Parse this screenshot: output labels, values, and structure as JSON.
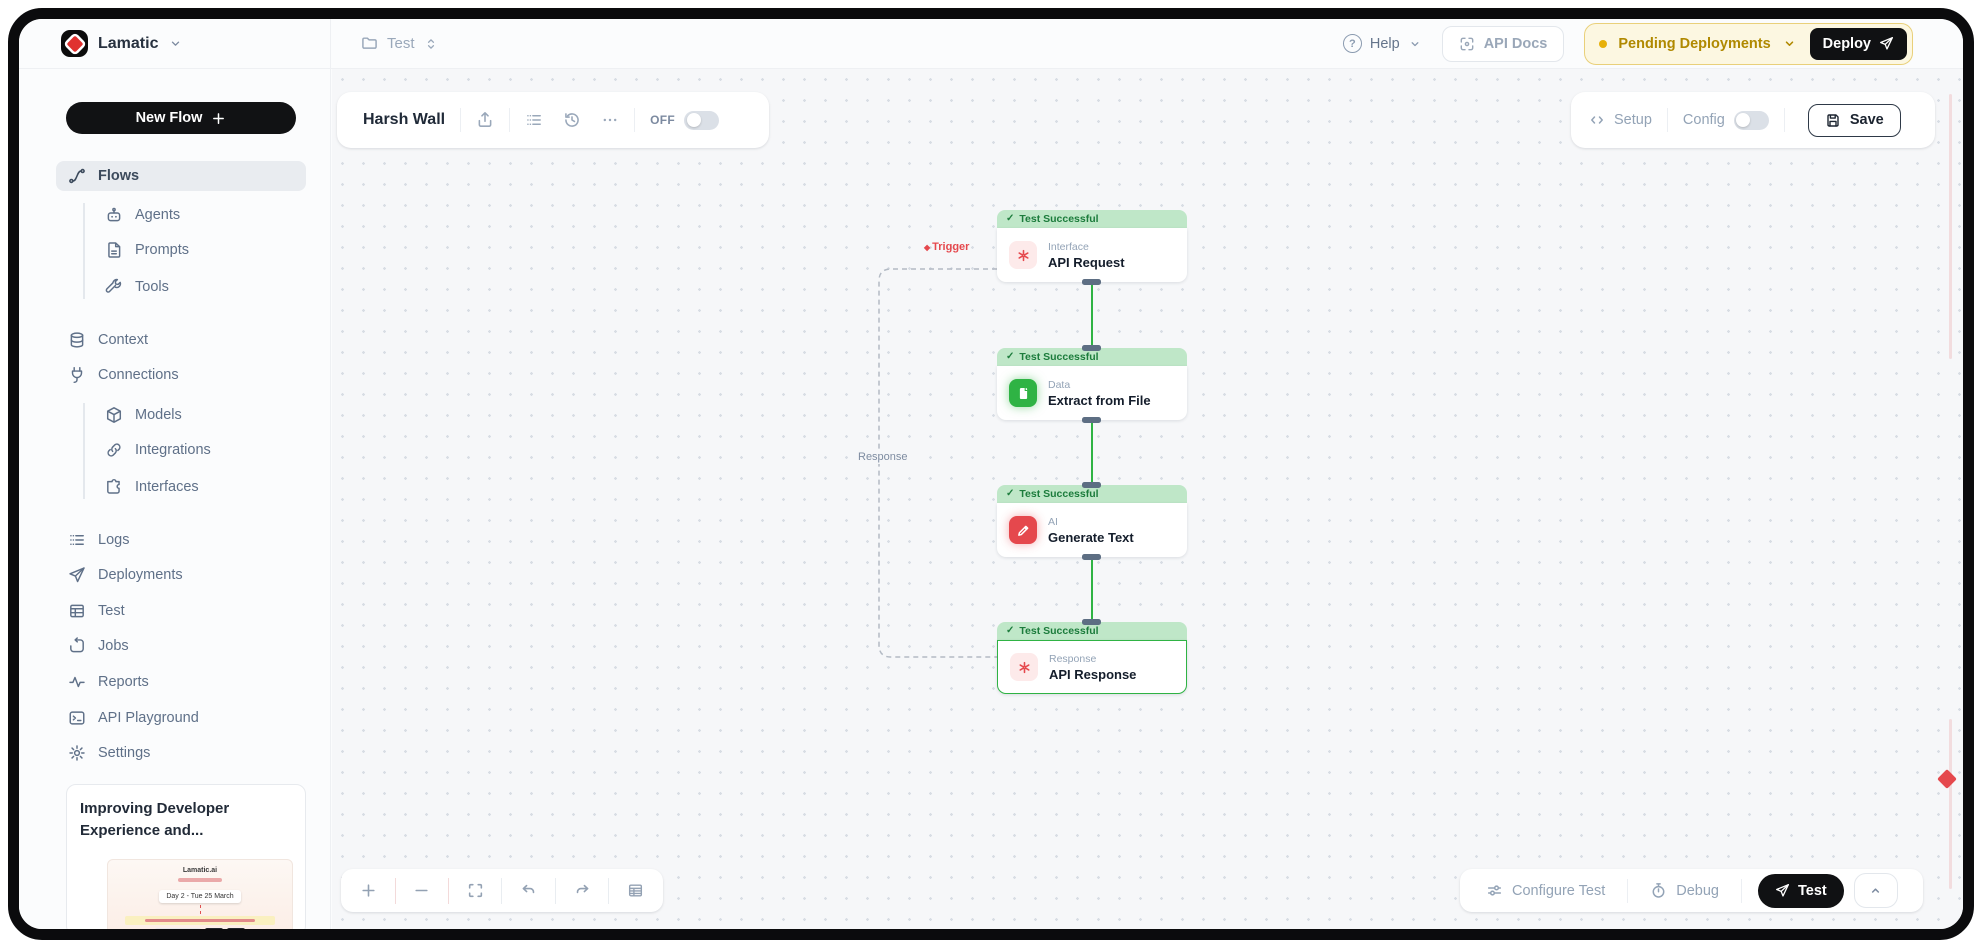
{
  "topbar": {
    "brand": "Lamatic",
    "breadcrumb": "Test",
    "help_label": "Help",
    "api_docs_label": "API Docs",
    "pending_label": "Pending Deployments",
    "deploy_label": "Deploy"
  },
  "sidebar": {
    "new_flow_label": "New Flow",
    "items": [
      {
        "label": "Flows"
      },
      {
        "label": "Agents"
      },
      {
        "label": "Prompts"
      },
      {
        "label": "Tools"
      },
      {
        "label": "Context"
      },
      {
        "label": "Connections"
      },
      {
        "label": "Models"
      },
      {
        "label": "Integrations"
      },
      {
        "label": "Interfaces"
      },
      {
        "label": "Logs"
      },
      {
        "label": "Deployments"
      },
      {
        "label": "Test"
      },
      {
        "label": "Jobs"
      },
      {
        "label": "Reports"
      },
      {
        "label": "API Playground"
      },
      {
        "label": "Settings"
      }
    ]
  },
  "promo_card": {
    "title_line1": "Improving Developer",
    "title_line2": "Experience and...",
    "thumb_brand": "Lamatic.ai",
    "thumb_date": "Day 2 - Tue 25 March"
  },
  "flow_header": {
    "title": "Harsh Wall",
    "off_label": "OFF"
  },
  "config_panel": {
    "setup_label": "Setup",
    "config_label": "Config",
    "save_label": "Save"
  },
  "canvas": {
    "trigger_label": "Trigger",
    "response_label": "Response",
    "nodes": [
      {
        "status": "Test Successful",
        "category": "Interface",
        "title": "API Request"
      },
      {
        "status": "Test Successful",
        "category": "Data",
        "title": "Extract from File"
      },
      {
        "status": "Test Successful",
        "category": "AI",
        "title": "Generate Text"
      },
      {
        "status": "Test Successful",
        "category": "Response",
        "title": "API Response"
      }
    ]
  },
  "bottom_bar": {
    "configure_label": "Configure Test",
    "debug_label": "Debug",
    "test_label": "Test"
  },
  "icons": {
    "check": "✓",
    "trigger_diamond": "◆",
    "help_glyph": "?"
  },
  "colors": {
    "node_green": "#2fb344",
    "node_red": "#e5484d",
    "badge_bg": "#bfe7c8",
    "badge_text": "#1c7c3c",
    "pending_yellow": "#e7b008",
    "brand_black": "#0c0c0c",
    "canvas_bg": "#f6f7f9"
  }
}
